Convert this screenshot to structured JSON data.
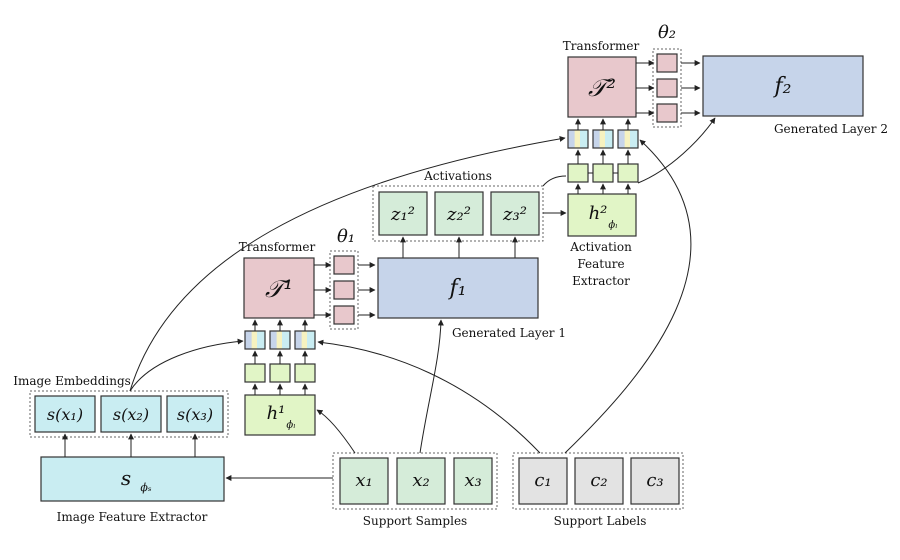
{
  "colors": {
    "transformer_fill": "#e8c8cc",
    "theta_fill": "#e8c8cc",
    "layer_fill": "#c6d4ea",
    "activation_fill": "#d5ecd9",
    "extractor_fill": "#e1f5c6",
    "small_green_fill": "#e1f5c6",
    "embedding_fill": "#c9edf2",
    "support_sample_fill": "#d5ecd9",
    "support_label_fill": "#e3e3e3"
  },
  "labels": {
    "transformer_top": "Transformer",
    "theta2": "θ₂",
    "f2": "f₂",
    "generated_layer2": "Generated Layer 2",
    "activations": "Activations",
    "activation_feature_extractor": [
      "Activation",
      "Feature",
      "Extractor"
    ],
    "transformer_mid": "Transformer",
    "theta1": "θ₁",
    "t1": "𝒯¹",
    "t2": "𝒯²",
    "f1": "f₁",
    "generated_layer1": "Generated Layer 1",
    "image_embeddings": "Image Embeddings",
    "image_feature_extractor": "Image Feature Extractor",
    "support_samples": "Support Samples",
    "support_labels": "Support Labels",
    "h1": "h¹",
    "h1_sub": "ϕₗ",
    "h2": "h²",
    "h2_sub": "ϕₗ",
    "s_phi": "s",
    "s_phi_sub": "ϕₛ"
  },
  "activations_z": [
    "z₁²",
    "z₂²",
    "z₃²"
  ],
  "embeddings": [
    "s(x₁)",
    "s(x₂)",
    "s(x₃)"
  ],
  "support_samples": [
    "x₁",
    "x₂",
    "x₃"
  ],
  "support_labels": [
    "c₁",
    "c₂",
    "c₃"
  ]
}
